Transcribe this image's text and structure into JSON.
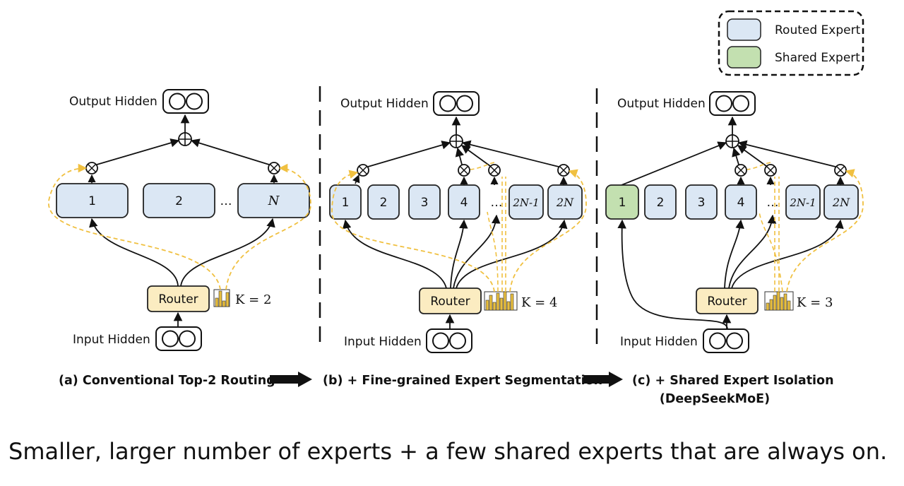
{
  "legend": {
    "routed": "Routed Expert",
    "shared": "Shared Expert"
  },
  "colors": {
    "routed": "#dbe7f4",
    "shared": "#c3e0b0",
    "router": "#fbecc1",
    "gate": "#e8bf3f"
  },
  "panels": [
    {
      "output_label": "Output Hidden",
      "input_label": "Input Hidden",
      "router_label": "Router",
      "k_label": "K = 2",
      "experts": [
        "1",
        "2",
        "…",
        "N"
      ],
      "caption": "(a) Conventional Top-2 Routing"
    },
    {
      "output_label": "Output Hidden",
      "input_label": "Input Hidden",
      "router_label": "Router",
      "k_label": "K = 4",
      "experts": [
        "1",
        "2",
        "3",
        "4",
        "…",
        "2N-1",
        "2N"
      ],
      "caption": "(b) + Fine-grained Expert Segmentation"
    },
    {
      "output_label": "Output Hidden",
      "input_label": "Input Hidden",
      "router_label": "Router",
      "k_label": "K = 3",
      "experts": [
        "1",
        "2",
        "3",
        "4",
        "…",
        "2N-1",
        "2N"
      ],
      "caption": "(c) + Shared Expert Isolation",
      "caption_line2": "(DeepSeekMoE)"
    }
  ],
  "bottom_text": "Smaller, larger number of experts + a few shared experts that are always on."
}
